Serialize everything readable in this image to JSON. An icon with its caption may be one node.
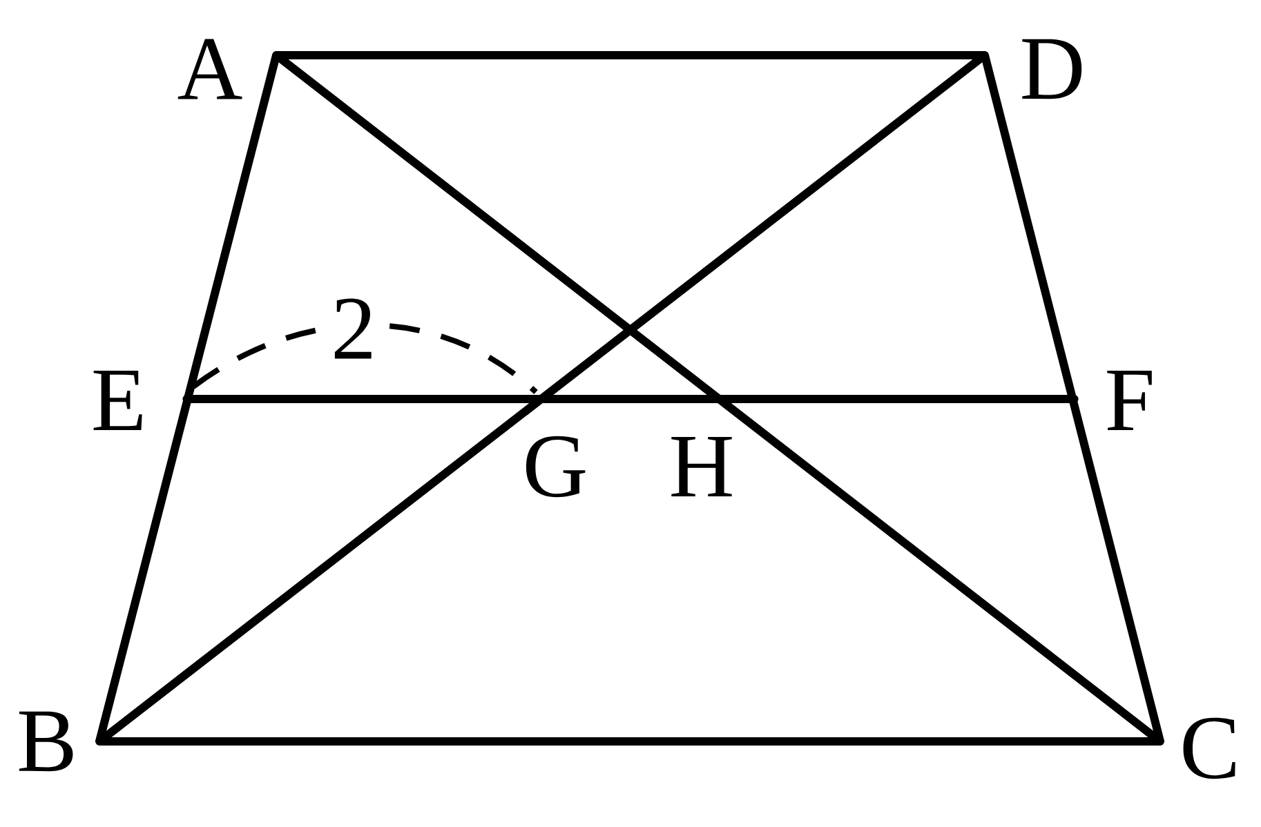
{
  "diagram": {
    "nodes": [
      {
        "text": [
          "A"
        ]
      },
      {
        "text": [
          "D"
        ]
      },
      {
        "text": [
          "E"
        ]
      },
      {
        "text": [
          "F"
        ]
      },
      {
        "text": [
          "G"
        ]
      },
      {
        "text": [
          "H"
        ]
      },
      {
        "text": [
          "B"
        ]
      },
      {
        "text": [
          "C"
        ]
      }
    ],
    "edges": [
      {
        "from": 0,
        "to": 1,
        "arrow": "none"
      },
      {
        "from": 0,
        "to": 6,
        "arrow": "none"
      },
      {
        "from": 1,
        "to": 7,
        "arrow": "none"
      },
      {
        "from": 6,
        "to": 7,
        "arrow": "none"
      },
      {
        "from": 0,
        "to": 7,
        "arrow": "none"
      },
      {
        "from": 6,
        "to": 1,
        "arrow": "none"
      },
      {
        "from": 2,
        "to": 3,
        "arrow": "none"
      }
    ],
    "labels": [
      "2"
    ]
  }
}
